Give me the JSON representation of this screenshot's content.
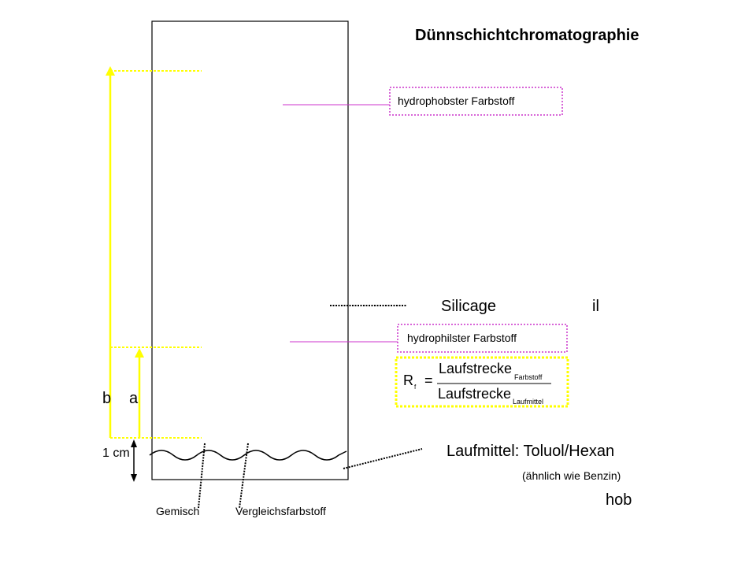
{
  "title": "Dünnschichtchromatographie",
  "labels": {
    "hydrophobic_dye": "hydrophobster Farbstoff",
    "hydrophilic_dye": "hydrophilster Farbstoff",
    "silica_fragment": "Silicage",
    "hydrophilic_fragment": "il",
    "hydrophobic_fragment": "hob",
    "eluent": "Laufmittel: Toluol/Hexan",
    "eluent_note": "(ähnlich wie Benzin)",
    "mixture": "Gemisch",
    "reference_dye": "Vergleichsfarbstoff",
    "one_cm": "1 cm",
    "distance_b": "b",
    "distance_a": "a"
  },
  "formula": {
    "symbol": "R",
    "symbol_sub": "f",
    "equals": "=",
    "numerator": "Laufstrecke",
    "numerator_sub": "Farbstoff",
    "denominator": "Laufstrecke",
    "denominator_sub": "Laufmittel"
  },
  "colors": {
    "plate_border": "#000000",
    "distance_arrows": "#ffff00",
    "label_box_border": "#cc33cc",
    "formula_box_border": "#ffff00",
    "leader_lines": "#cc33cc"
  }
}
